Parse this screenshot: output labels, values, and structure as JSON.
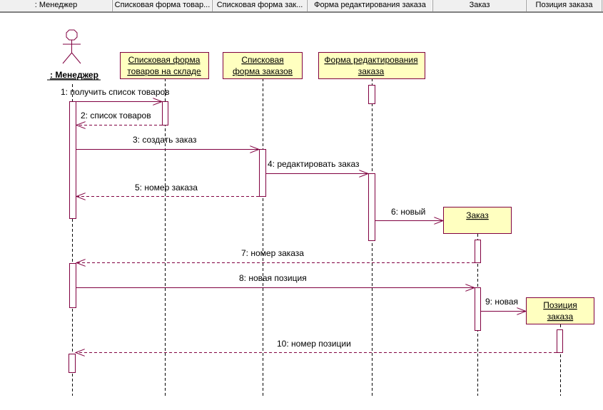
{
  "header": {
    "columns": [
      {
        "label": ": Менеджер"
      },
      {
        "label": "Списковая форма товар..."
      },
      {
        "label": "Списковая форма зак..."
      },
      {
        "label": "Форма редактирования заказа"
      },
      {
        "label": "Заказ"
      },
      {
        "label": "Позиция заказа"
      }
    ]
  },
  "diagram": {
    "type": "UML sequence diagram",
    "colors": {
      "line": "#800040",
      "box_fill": "#ffffc0",
      "lifeline": "#000000"
    },
    "actor": {
      "label": ": Менеджер"
    },
    "objects": [
      {
        "id": "goods_list",
        "lines": [
          "Списковая форма ",
          "товаров на складе"
        ]
      },
      {
        "id": "orders_list",
        "lines": [
          "Списковая ",
          "форма заказов"
        ]
      },
      {
        "id": "order_edit",
        "lines": [
          "Форма редактирования ",
          "заказа"
        ]
      },
      {
        "id": "order",
        "lines": [
          "Заказ"
        ]
      },
      {
        "id": "order_item",
        "lines": [
          "Позиция ",
          "заказа"
        ]
      }
    ],
    "messages": [
      {
        "label": "1: получить список товаров",
        "from": "manager",
        "to": "goods_list",
        "kind": "call"
      },
      {
        "label": "2: список товаров",
        "from": "goods_list",
        "to": "manager",
        "kind": "return"
      },
      {
        "label": "3: создать заказ",
        "from": "manager",
        "to": "orders_list",
        "kind": "call"
      },
      {
        "label": "4: редактировать заказ",
        "from": "orders_list",
        "to": "order_edit",
        "kind": "call"
      },
      {
        "label": "5: номер заказа",
        "from": "orders_list",
        "to": "manager",
        "kind": "return"
      },
      {
        "label": "6: новый",
        "from": "order_edit",
        "to": "order",
        "kind": "create"
      },
      {
        "label": "7: номер заказа",
        "from": "order",
        "to": "manager",
        "kind": "return"
      },
      {
        "label": "8: новая позиция",
        "from": "manager",
        "to": "order",
        "kind": "call"
      },
      {
        "label": "9: новая",
        "from": "order",
        "to": "order_item",
        "kind": "create"
      },
      {
        "label": "10: номер позиции",
        "from": "order_item",
        "to": "manager",
        "kind": "return"
      }
    ]
  }
}
